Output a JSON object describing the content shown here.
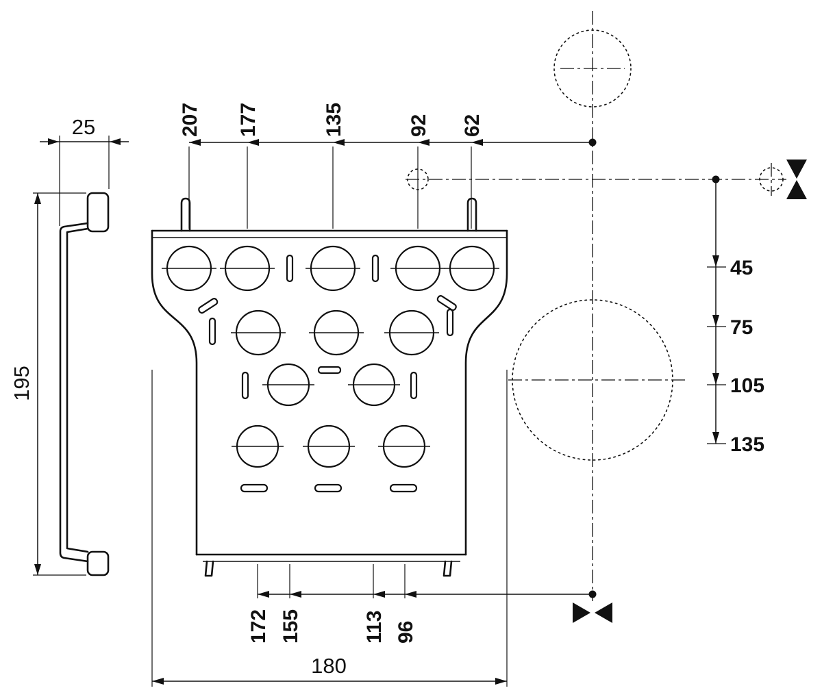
{
  "drawing": {
    "type": "technical-dimension-drawing",
    "colors": {
      "line": "#111111",
      "background": "#ffffff"
    },
    "side_view": {
      "depth": "25",
      "height": "195"
    },
    "top_dims": [
      "207",
      "177",
      "135",
      "92",
      "62"
    ],
    "right_dims": [
      "45",
      "75",
      "105",
      "135"
    ],
    "bottom_dims": [
      "172",
      "155",
      "113",
      "96"
    ],
    "overall_width": "180"
  }
}
